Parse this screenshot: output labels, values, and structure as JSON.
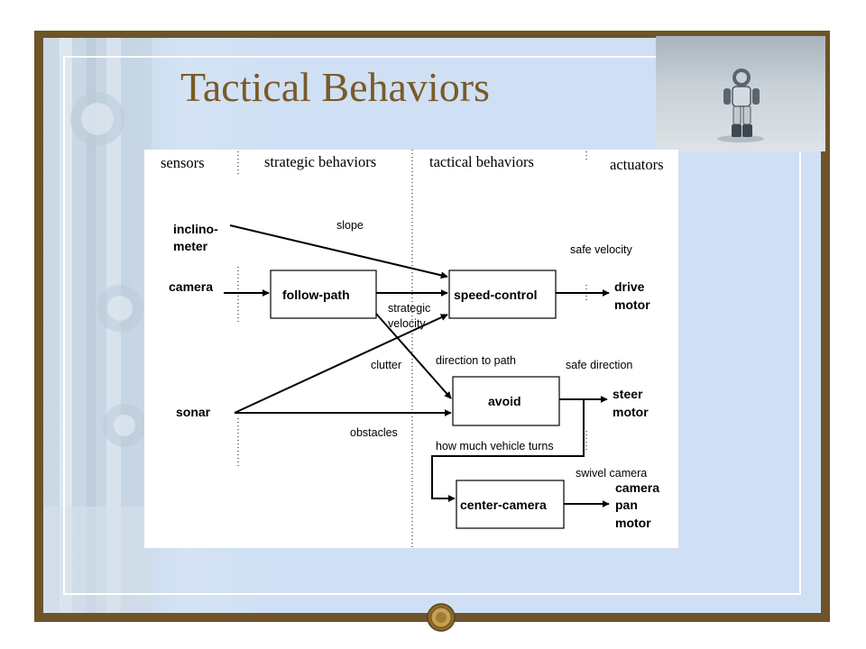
{
  "slide": {
    "title": "Tactical Behaviors",
    "colors": {
      "frame": "#6e5428",
      "title": "#7a5a28",
      "background": "#cfe0f5"
    }
  },
  "diagram": {
    "columns": {
      "sensors": "sensors",
      "strategic": "strategic behaviors",
      "tactical": "tactical behaviors",
      "actuators": "actuators"
    },
    "sensors": {
      "inclinometer_line1": "inclino-",
      "inclinometer_line2": "meter",
      "camera": "camera",
      "sonar": "sonar"
    },
    "boxes": {
      "follow_path": "follow-path",
      "speed_control": "speed-control",
      "avoid": "avoid",
      "center_camera": "center-camera"
    },
    "actuators": {
      "drive_line1": "drive",
      "drive_line2": "motor",
      "steer_line1": "steer",
      "steer_line2": "motor",
      "cam_line1": "camera",
      "cam_line2": "pan",
      "cam_line3": "motor"
    },
    "labels": {
      "slope": "slope",
      "safe_velocity": "safe velocity",
      "strategic_line1": "strategic",
      "strategic_line2": "velocity",
      "clutter": "clutter",
      "direction_to_path": "direction to path",
      "safe_direction": "safe direction",
      "obstacles": "obstacles",
      "how_much": "how much vehicle turns",
      "swivel_camera": "swivel camera"
    }
  }
}
